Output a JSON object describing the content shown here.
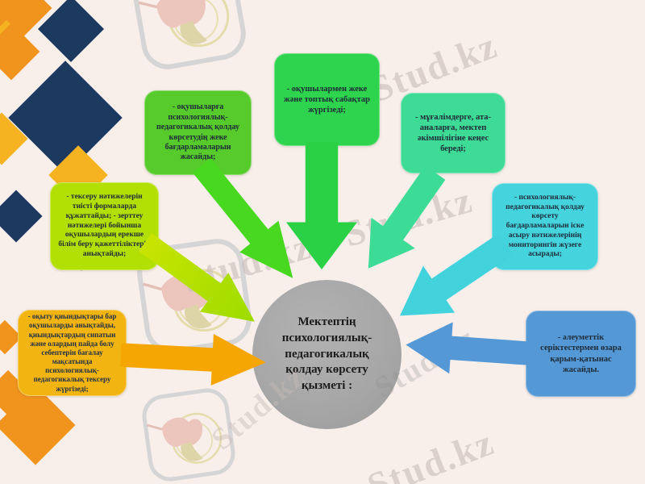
{
  "diagram": {
    "center": {
      "text": "Мектептің психологиялық-педагогикалық қолдау көрсету қызметі :",
      "shape": "circle",
      "color": "#a6a6a6"
    },
    "nodes": [
      {
        "id": 1,
        "position": "left",
        "color": "#f2b410",
        "arrow_color": "#f6a602",
        "text": "- оқыту қиындықтары бар оқушыларды анықтайды, қиындықтардың сипатын және олардың пайда болу себептерін бағалау мақсатында психологиялық-педагогикалық тексеру жүргізеді;"
      },
      {
        "id": 2,
        "position": "upper-left",
        "color": "#b2df04",
        "arrow_color": "#b3e000",
        "text": "- тексеру нәтижелерін тиісті формаларда құжаттайды; - зерттеу нәтижелері бойынша оқушылардың ерекше білім беру қажеттіліктерін анықтайды;"
      },
      {
        "id": 3,
        "position": "top-left",
        "color": "#57cb2b",
        "arrow_color": "#47d81f",
        "text": "- оқушыларға психологиялық-педагогикалық қолдау көрсетудің жеке бағдарламаларын жасайды;"
      },
      {
        "id": 4,
        "position": "top-center",
        "color": "#2fd44e",
        "arrow_color": "#2bd145",
        "text": "- оқушылармен жеке және топтық сабақтар жүргізеді;"
      },
      {
        "id": 5,
        "position": "top-right",
        "color": "#3edb97",
        "arrow_color": "#3cdb96",
        "text": "- мұғалімдерге, ата-аналарға, мектеп әкімшілігіне кеңес береді;"
      },
      {
        "id": 6,
        "position": "right",
        "color": "#45d3dd",
        "arrow_color": "#41d2dc",
        "text": "- психологиялық-педагогикалық қолдау көрсету бағдарламаларын іске асыру нәтижелерінің мониторингін жүзеге асырады;"
      },
      {
        "id": 7,
        "position": "bottom-right",
        "color": "#5498d6",
        "arrow_color": "#5498d6",
        "text": "- әлеуметтік серіктестермен өзара қарым-қатынас жасайды."
      }
    ]
  },
  "watermark": {
    "brand": "Stud.kz",
    "brand_pair": "Stud.kz - Stud.kz"
  },
  "palette": {
    "background": "#f8efeb",
    "deco_orange": "#f0941e",
    "deco_navy": "#1c3a60",
    "deco_amber": "#f6b321",
    "node_text": "#1e2b38",
    "center_text": "#1b1b1b",
    "watermark_gray": "#c8bcb7"
  }
}
